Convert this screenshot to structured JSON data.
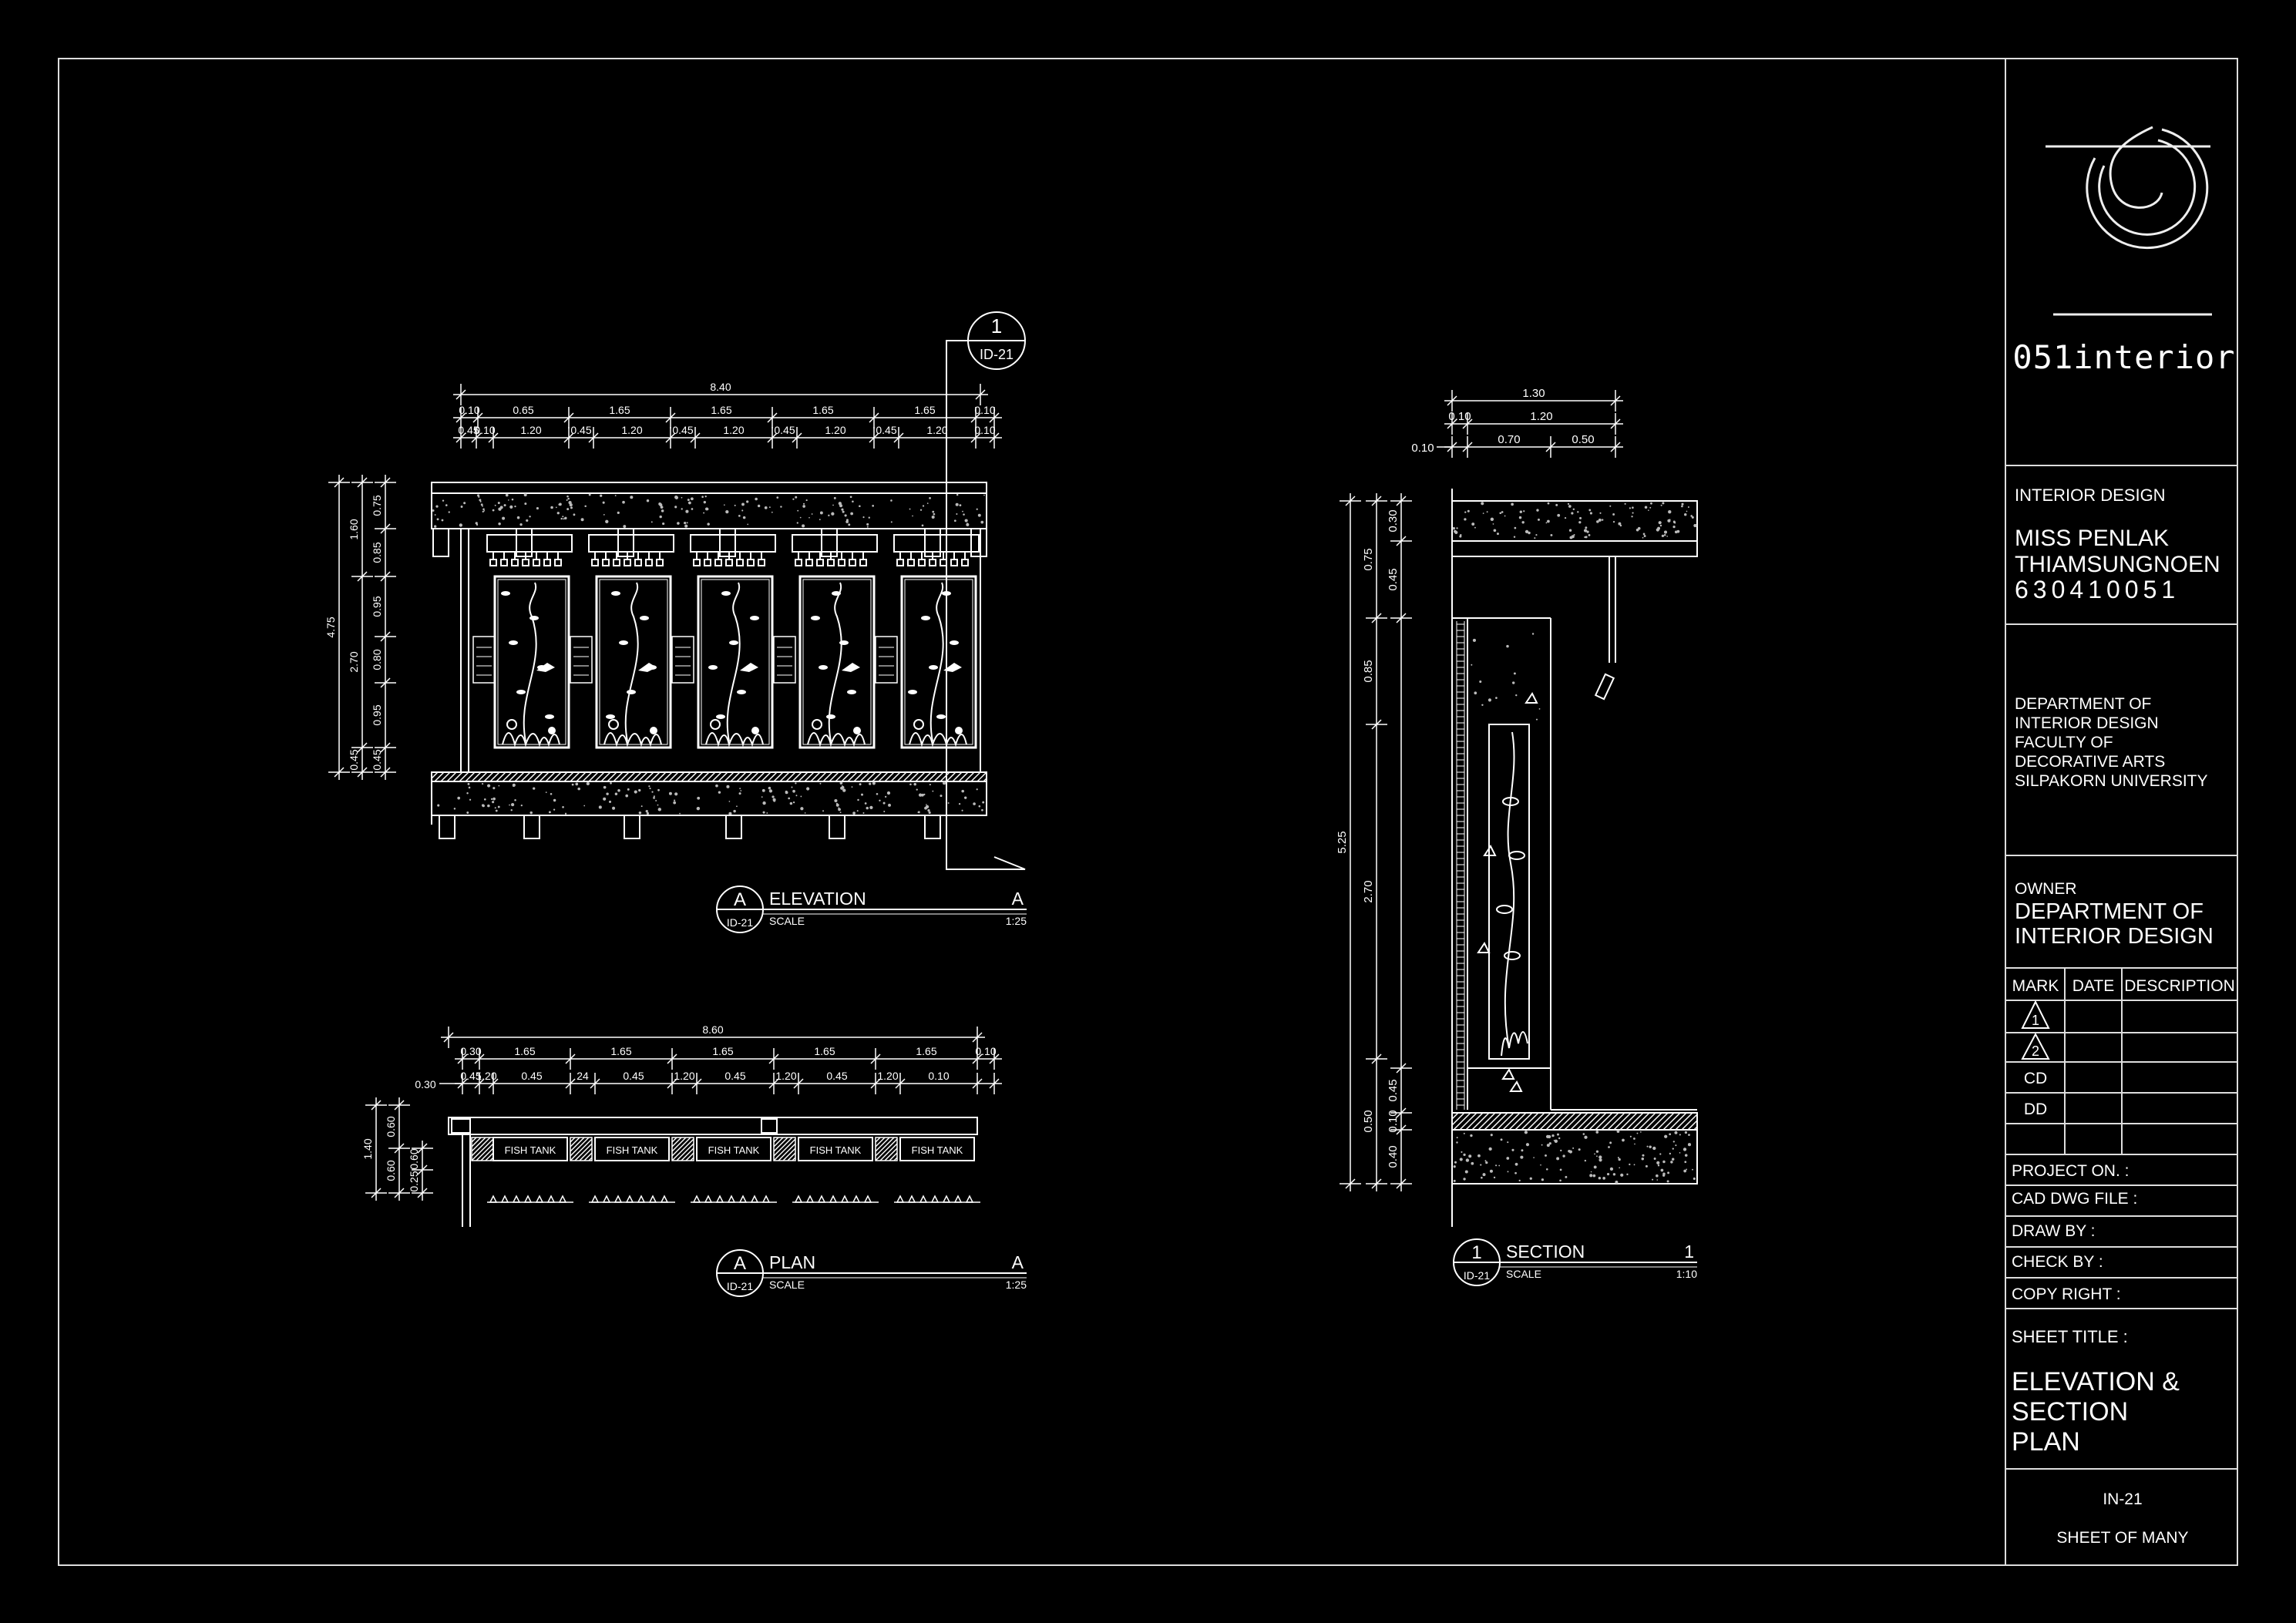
{
  "title_block": {
    "brand": "051interior",
    "discipline": "INTERIOR DESIGN",
    "designer_line1": "MISS PENLAK",
    "designer_line2": "THIAMSUNGNOEN",
    "student_id": "630410051",
    "dept_lines": [
      "DEPARTMENT OF",
      "INTERIOR DESIGN",
      "FACULTY OF",
      "DECORATIVE ARTS",
      "SILPAKORN UNIVERSITY"
    ],
    "owner_label": "OWNER",
    "owner_line1": "DEPARTMENT OF",
    "owner_line2": "INTERIOR DESIGN",
    "rev_headers": [
      "MARK",
      "DATE",
      "DESCRIPTION"
    ],
    "rev_marks": [
      "1",
      "2",
      "CD",
      "DD"
    ],
    "fields": [
      "PROJECT ON. :",
      "CAD DWG FILE :",
      "DRAW BY :",
      "CHECK BY :",
      "COPY RIGHT :"
    ],
    "sheet_title_label": "SHEET TITLE :",
    "sheet_title_lines": [
      "ELEVATION &",
      "SECTION",
      "PLAN"
    ],
    "sheet_no": "IN-21",
    "sheet_of": "SHEET OF MANY"
  },
  "elevation": {
    "tag": "A",
    "ref": "ID-21",
    "title": "ELEVATION",
    "letter": "A",
    "scale_label": "SCALE",
    "scale": "1:25",
    "callout_no": "1",
    "callout_ref": "ID-21",
    "overall": "8.40",
    "row1": [
      "0.10",
      "0.65",
      "1.65",
      "1.65",
      "1.65",
      "1.65",
      "0.10"
    ],
    "row2": [
      "0.45",
      "0.10",
      "1.20",
      "0.45",
      "1.20",
      "0.45",
      "1.20",
      "0.45",
      "1.20",
      "0.45",
      "1.20",
      "0.10"
    ],
    "left_outer": "4.75",
    "left_mid": [
      "1.60",
      "2.70",
      "0.45"
    ],
    "left_inner": [
      "0.75",
      "0.85",
      "0.95",
      "0.80",
      "0.95",
      "0.45"
    ]
  },
  "plan": {
    "tag": "A",
    "ref": "ID-21",
    "title": "PLAN",
    "letter": "A",
    "scale_label": "SCALE",
    "scale": "1:25",
    "overall": "8.60",
    "row1": [
      "0.30",
      "1.65",
      "1.65",
      "1.65",
      "1.65",
      "1.65",
      "0.10"
    ],
    "row2_left": "0.30",
    "row2": [
      "0.45",
      "1.20",
      "0.45",
      "24",
      "0.45",
      "1.20",
      "0.45",
      "1.20",
      "0.45",
      "1.20",
      "0.10"
    ],
    "tank_label": "FISH TANK",
    "left_outer": "1.40",
    "left_mid": [
      "0.60",
      "0.60"
    ],
    "left_inner": [
      "0.60",
      "0.25"
    ]
  },
  "section": {
    "tag": "1",
    "ref": "ID-21",
    "title": "SECTION",
    "letter": "1",
    "scale_label": "SCALE",
    "scale": "1:10",
    "overall": "1.30",
    "row1": [
      "0.10",
      "1.20"
    ],
    "row2_left": "0.10",
    "row2": [
      "0.70",
      "0.50"
    ],
    "left_outer": "5.25",
    "left_mid": [
      "0.75",
      "0.85",
      "2.70",
      "0.50"
    ],
    "left_inner": [
      "0.30",
      "0.45",
      "0.45",
      "0.10",
      "0.40"
    ]
  }
}
